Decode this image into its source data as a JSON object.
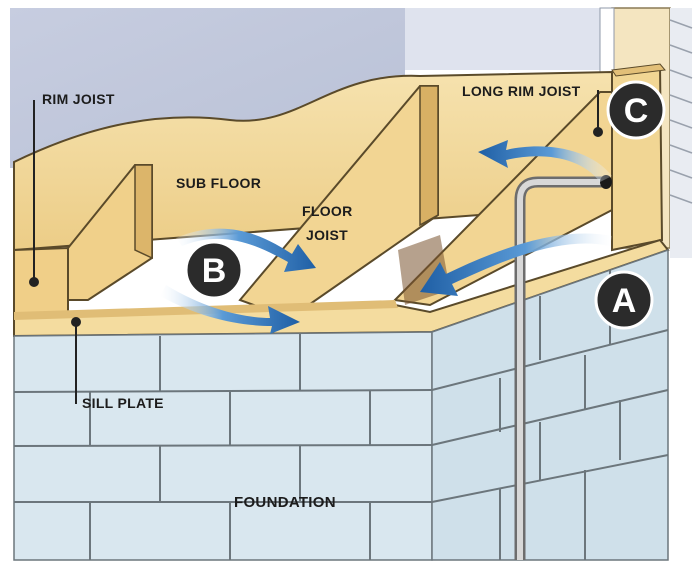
{
  "labels": {
    "rim_joist": "RIM JOIST",
    "sub_floor": "SUB FLOOR",
    "floor_joist_line1": "FLOOR",
    "floor_joist_line2": "JOIST",
    "long_rim_joist": "LONG RIM JOIST",
    "sill_plate": "SILL PLATE",
    "foundation": "FOUNDATION"
  },
  "badges": {
    "a": "A",
    "b": "B",
    "c": "C"
  },
  "colors": {
    "wood": "#f3d99a",
    "wood_dark": "#d9b46a",
    "block": "#d6e6ee",
    "block_mortar": "#8a949a",
    "sky_wall": "#c9d0e0",
    "arrow": "#2d6fb0",
    "badge": "#2b2b2b"
  }
}
